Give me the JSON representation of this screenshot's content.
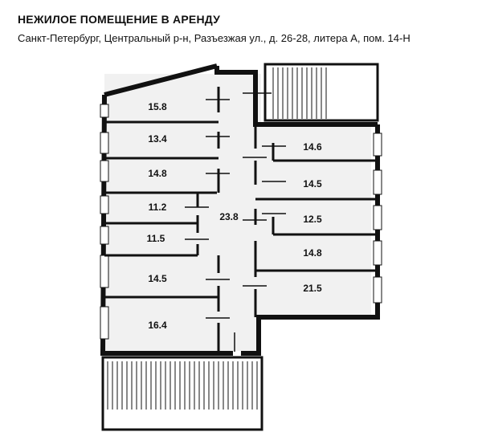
{
  "header": {
    "title": "НЕЖИЛОЕ ПОМЕЩЕНИЕ В АРЕНДУ",
    "address": "Санкт-Петербург, Центральный р-н, Разъезжая ул., д. 26-28, литера А, пом. 14-Н"
  },
  "plan": {
    "rooms_left": [
      "15.8",
      "13.4",
      "14.8",
      "11.2",
      "11.5",
      "14.5",
      "16.4"
    ],
    "corridor": "23.8",
    "rooms_right": [
      "14.6",
      "14.5",
      "12.5",
      "14.8",
      "21.5"
    ],
    "colors": {
      "wall": "#111111",
      "room_fill": "#f1f1f1",
      "background": "#ffffff"
    }
  }
}
